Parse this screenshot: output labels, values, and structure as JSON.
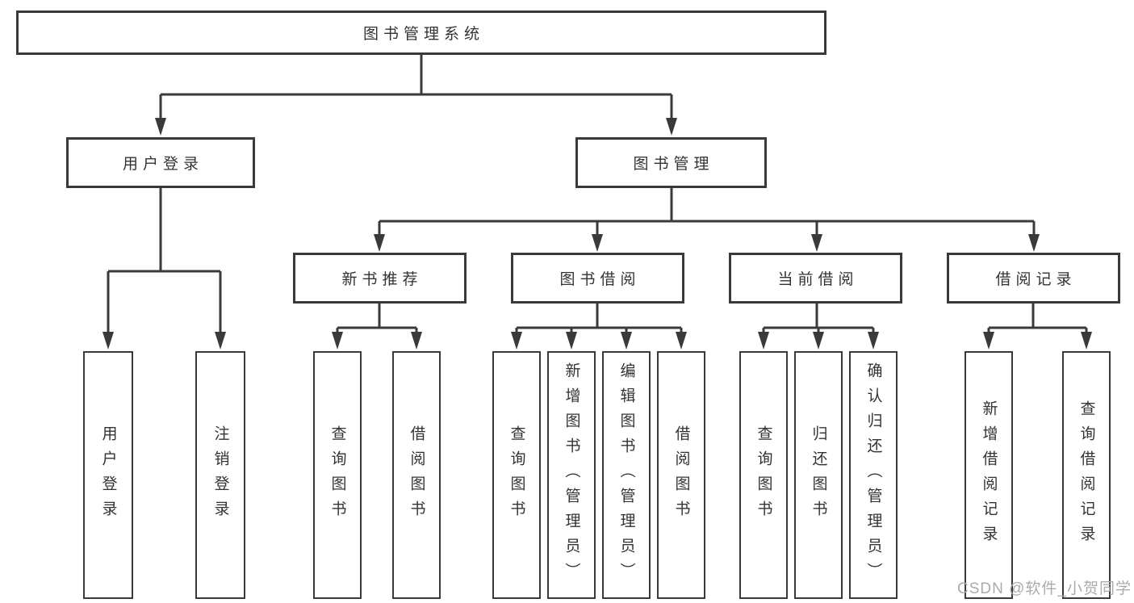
{
  "diagram": {
    "root": {
      "label": "图书管理系统"
    },
    "branches": [
      {
        "label": "用户登录",
        "children": [
          {
            "label": "用户登录"
          },
          {
            "label": "注销登录"
          }
        ]
      },
      {
        "label": "图书管理",
        "children": [
          {
            "label": "新书推荐",
            "children": [
              {
                "label": "查询图书"
              },
              {
                "label": "借阅图书"
              }
            ]
          },
          {
            "label": "图书借阅",
            "children": [
              {
                "label": "查询图书"
              },
              {
                "label": "新增图书（管理员）"
              },
              {
                "label": "编辑图书（管理员）"
              },
              {
                "label": "借阅图书"
              }
            ]
          },
          {
            "label": "当前借阅",
            "children": [
              {
                "label": "查询图书"
              },
              {
                "label": "归还图书"
              },
              {
                "label": "确认归还（管理员）"
              }
            ]
          },
          {
            "label": "借阅记录",
            "children": [
              {
                "label": "新增借阅记录"
              },
              {
                "label": "查询借阅记录"
              }
            ]
          }
        ]
      }
    ],
    "colors": {
      "line": "#3a3a3a",
      "text": "#333333",
      "background": "#ffffff",
      "watermark": "#ababab"
    }
  },
  "watermark": {
    "text": "CSDN @软件_小贺同学"
  }
}
